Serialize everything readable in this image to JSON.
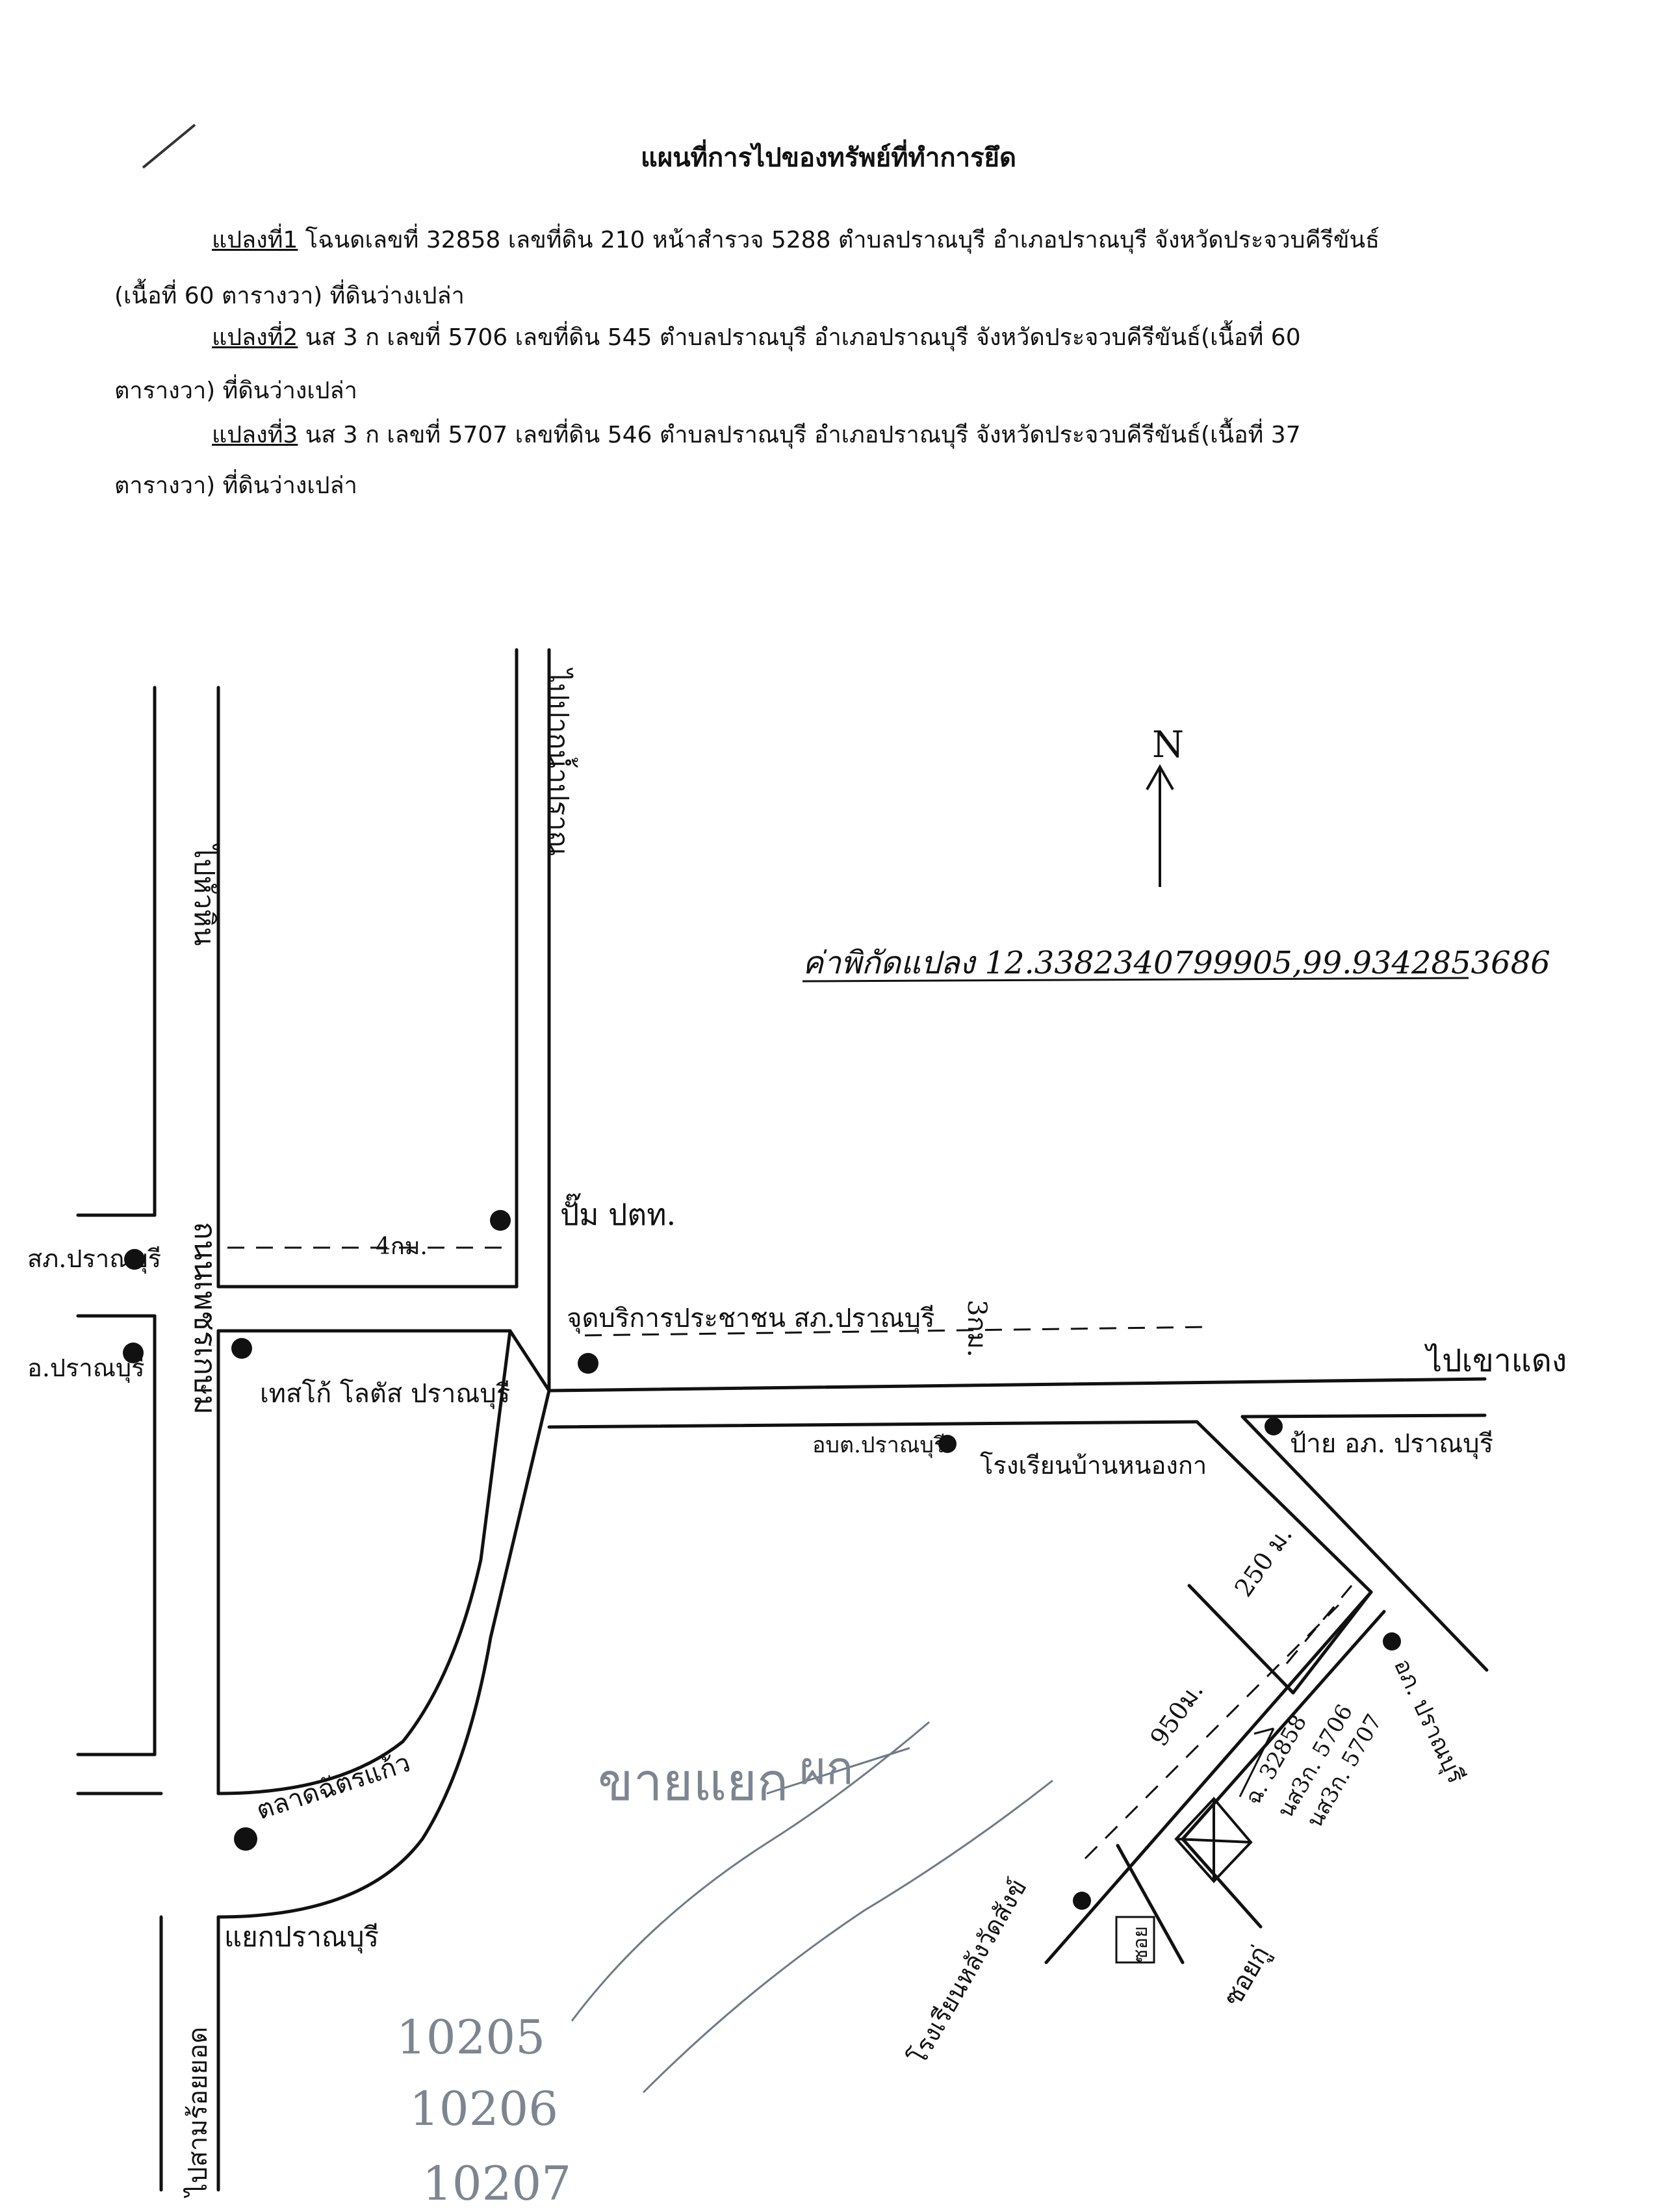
{
  "document": {
    "title": "แผนที่การไปของทรัพย์ที่ทำการยึด",
    "parcels": [
      {
        "label": "แปลงที่1",
        "line1": " โฉนดเลขที่ 32858 เลขที่ดิน 210 หน้าสำรวจ 5288 ตำบลปราณบุรี อำเภอปราณบุรี จังหวัดประจวบคีรีขันธ์",
        "line2": "(เนื้อที่ 60 ตารางวา) ที่ดินว่างเปล่า"
      },
      {
        "label": "แปลงที่2",
        "line1": " นส 3 ก เลขที่ 5706 เลขที่ดิน 545 ตำบลปราณบุรี อำเภอปราณบุรี จังหวัดประจวบคีรีขันธ์(เนื้อที่ 60",
        "line2": "ตารางวา) ที่ดินว่างเปล่า"
      },
      {
        "label": "แปลงที่3",
        "line1": " นส 3 ก เลขที่ 5707 เลขที่ดิน 546 ตำบลปราณบุรี อำเภอปราณบุรี จังหวัดประจวบคีรีขันธ์(เนื้อที่ 37",
        "line2": "ตารางวา) ที่ดินว่างเปล่า"
      }
    ]
  },
  "map": {
    "north": "N",
    "coordinates": "ค่าพิกัดแปลง  12.3382340799905,99.9342853686",
    "labels": {
      "to_hua_hin": "ไปหัวหิน",
      "to_pak_nam_pran": "ไปปากน้ำปราณ",
      "petchkasem_road": "ถนนเพชรเกษม",
      "police_station": "สภ.ปราณบุรี",
      "district_office": "อ.ปราณบุรี",
      "tesco_lotus": "เทสโก้ โลตัส ปราณบุรี",
      "ptt_pump": "ปั๊ม ปตท.",
      "dist_4km": "4กม.",
      "checkpoint": "จุดบริการประชาชน สภ.ปราณบุรี",
      "dist_3km": "3กม.",
      "to_khao_daeng": "ไปเขาแดง",
      "sao_office": "อบต.ปราณบุรี",
      "school_nong_ka": "โรงเรียนบ้านหนองกา",
      "sign_district": "ป้าย อภ. ปราณบุรี",
      "dist_250m": "250 ม.",
      "district_office_2": "อภ. ปราณบุรี",
      "dist_950m": "950ม.",
      "market": "ตลาดฉัตรแก้ว",
      "pranburi_junction": "แยกปราณบุรี",
      "to_sam_roi_yot": "ไปสามร้อยยอด",
      "school_2": "โรงเรียนหลังวัดสังข์",
      "soi_label": "ซอย",
      "soi_to": "ซอยกู่",
      "deed_1": "ฉ. 32858",
      "deed_2": "นส3ก. 5706",
      "deed_3": "นส3ก. 5707"
    },
    "pencil_notes": {
      "sold_note": "ขายแยก",
      "mark": "ผก",
      "ref_1": "10205",
      "ref_2": "10206",
      "ref_3": "10207"
    }
  }
}
